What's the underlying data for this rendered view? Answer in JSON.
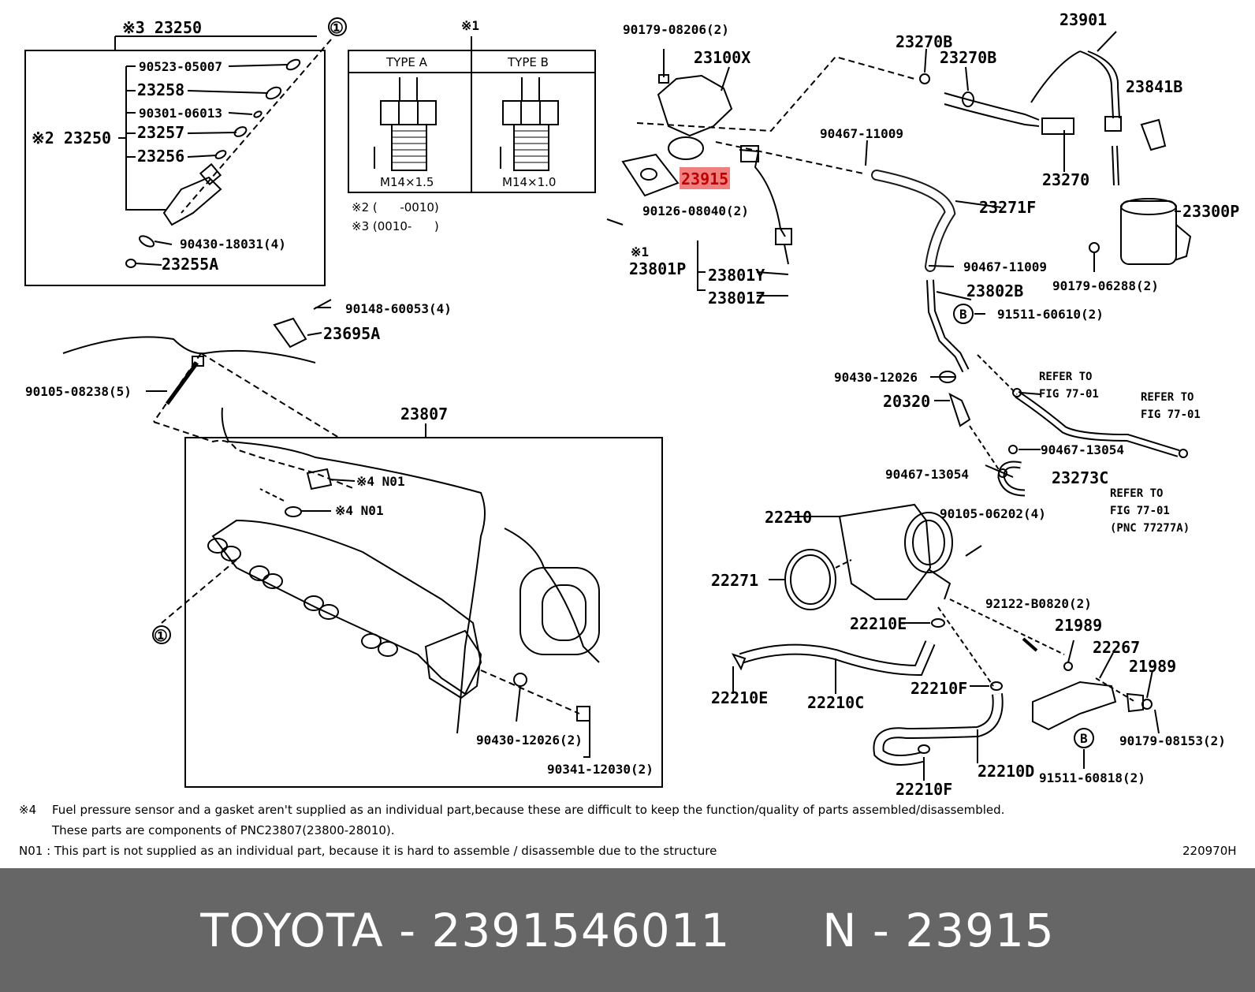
{
  "diagram": {
    "highlight_color": "#f08080",
    "highlighted_part": "23915",
    "labels": {
      "p23250_top": "※3 23250",
      "circle1_top": "①",
      "p90523": "90523-05007",
      "p23258": "23258",
      "p90301": "90301-06013",
      "p23250_side": "※2 23250",
      "p23257": "23257",
      "p23256": "23256",
      "p90430_18031": "90430-18031(4)",
      "p23255A": "23255A",
      "note_x1": "※1",
      "type_a": "TYPE A",
      "type_b": "TYPE B",
      "thread_a": "M14×1.5",
      "thread_b": "M14×1.0",
      "note_x2": "※2 (      -0010)",
      "note_x3": "※3 (0010-      )",
      "p90179_08206": "90179-08206(2)",
      "p23100X": "23100X",
      "p23915": "23915",
      "p90126": "90126-08040(2)",
      "note_x1b": "※1",
      "p23801P": "23801P",
      "p23801Y": "23801Y",
      "p23801Z": "23801Z",
      "p23270B_a": "23270B",
      "p23270B_b": "23270B",
      "p23901": "23901",
      "p23841B": "23841B",
      "p90467_11009_a": "90467-11009",
      "p23270": "23270",
      "p23271F": "23271F",
      "p23300P": "23300P",
      "p90467_11009_b": "90467-11009",
      "p90179_06288": "90179-06288(2)",
      "p23802B": "23802B",
      "circleB_a": "B",
      "p91511_60610": "91511-60610(2)",
      "p90148": "90148-60053(4)",
      "p23695A": "23695A",
      "p90105_08238": "90105-08238(5)",
      "p23807": "23807",
      "p90430_12026_a": "90430-12026",
      "refer1a": "REFER TO",
      "refer1b": "FIG 77-01",
      "refer2a": "REFER TO",
      "refer2b": "FIG 77-01",
      "p20320": "20320",
      "n01_a": "※4 N01",
      "n01_b": "※4 N01",
      "p90467_13054_a": "90467-13054",
      "p90467_13054_b": "90467-13054",
      "p23273C": "23273C",
      "refer3a": "REFER TO",
      "refer3b": "FIG 77-01",
      "refer3c": "(PNC 77277A)",
      "p22210": "22210",
      "p90105_06202": "90105-06202(4)",
      "p22271": "22271",
      "circle1_bottom": "①",
      "p92122": "92122-B0820(2)",
      "p22210E_a": "22210E",
      "p21989_a": "21989",
      "p22267": "22267",
      "p21989_b": "21989",
      "p22210F_a": "22210F",
      "p22210E_b": "22210E",
      "p22210C": "22210C",
      "p90430_12026_b": "90430-12026(2)",
      "p90341": "90341-12030(2)",
      "circleB_b": "B",
      "p90179_08153": "90179-08153(2)",
      "p91511_60818": "91511-60818(2)",
      "p22210D": "22210D",
      "p22210F_b": "22210F"
    },
    "notes": {
      "note4_line1": "Fuel pressure sensor and a gasket aren't supplied as an individual part,because these are difficult to keep the function/quality of parts assembled/disassembled.",
      "note4_line2": "These parts are components of PNC23807(23800-28010).",
      "note4_mark": "※4",
      "n01_text": "N01 : This part is not supplied as an individual part, because it is hard to assemble / disassemble due to the structure",
      "figure_code": "220970H"
    }
  },
  "footer": {
    "text": "TOYOTA - 2391546011      N - 23915",
    "background": "#666666",
    "color": "#ffffff"
  }
}
